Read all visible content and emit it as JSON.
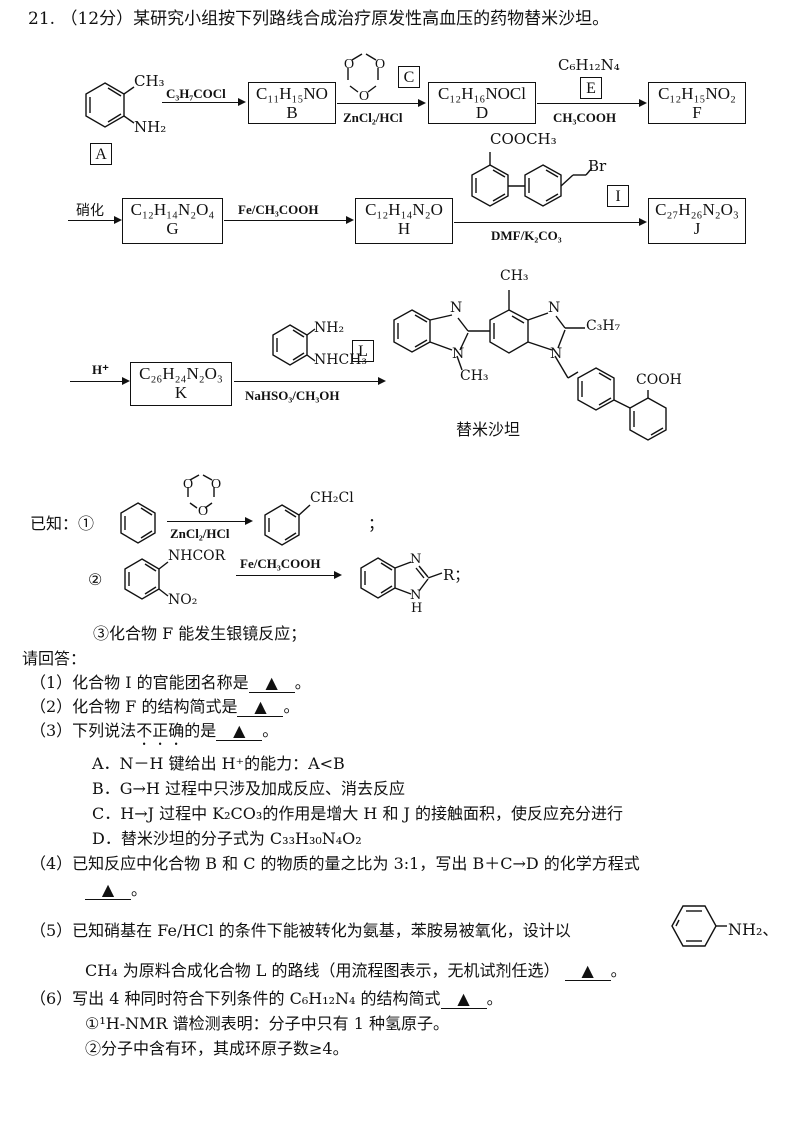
{
  "title": "21. （12分）某研究小组按下列路线合成治疗原发性高血压的药物替米沙坦。",
  "scheme": {
    "A": {
      "label": "A",
      "sub_ch3": "CH₃",
      "sub_nh2": "NH₂"
    },
    "B": {
      "formula": "C₁₁H₁₅NO",
      "label": "B"
    },
    "C": {
      "label": "C"
    },
    "D": {
      "formula": "C₁₂H₁₆NOCl",
      "label": "D"
    },
    "E": {
      "label": "E",
      "formula": "C₆H₁₂N₄"
    },
    "F": {
      "formula": "C₁₂H₁₅NO₂",
      "label": "F"
    },
    "G": {
      "formula": "C₁₂H₁₄N₂O₄",
      "label": "G"
    },
    "H": {
      "formula": "C₁₂H₁₄N₂O",
      "label": "H"
    },
    "I": {
      "label": "I",
      "ester": "COOCH₃",
      "br": "Br"
    },
    "J": {
      "formula": "C₂₇H₂₆N₂O₃",
      "label": "J"
    },
    "K": {
      "formula": "C₂₆H₂₄N₂O₃",
      "label": "K"
    },
    "L": {
      "label": "L",
      "nh2": "NH₂",
      "nhch3": "NHCH₃"
    },
    "reagents": {
      "a_to_b": "C₃H₇COCl",
      "b_to_d": "ZnCl₂/HCl",
      "d_to_f": "CH₃COOH",
      "f_to_g": "硝化",
      "g_to_h": "Fe/CH₃COOH",
      "h_to_j": "DMF/K₂CO₃",
      "j_to_k": "H⁺",
      "k_to_product": "NaHSO₃/CH₃OH"
    },
    "product": {
      "name": "替米沙坦",
      "ch3_top": "CH₃",
      "c3h7": "C₃H₇",
      "n_ch3": "CH₃",
      "cooh": "COOH",
      "n": "N"
    }
  },
  "known": {
    "intro": "已知：①",
    "r1_reagent": "ZnCl₂/HCl",
    "r1_product": "CH₂Cl",
    "r1_end": "；",
    "r2_num": "②",
    "r2_nhcor": "NHCOR",
    "r2_no2": "NO₂",
    "r2_reagent": "Fe/CH₃COOH",
    "r2_r": "R；",
    "r2_n": "N",
    "r2_nh": "N",
    "r2_h": "H",
    "r3": "③化合物 F 能发生银镜反应；"
  },
  "questions": {
    "intro": "请回答：",
    "q1": "（1）化合物 I 的官能团名称是",
    "q2": "（2）化合物 F 的结构简式是",
    "q3_pre": "（3）下列说法",
    "q3_emph": "不正确",
    "q3_post": "的是",
    "options": [
      "A．N－H 键给出 H⁺的能力：A<B",
      "B．G→H 过程中只涉及加成反应、消去反应",
      "C．H→J 过程中 K₂CO₃的作用是增大 H 和 J 的接触面积，使反应充分进行",
      "D．替米沙坦的分子式为 C₃₃H₃₀N₄O₂"
    ],
    "q4": "（4）已知反应中化合物 B 和 C 的物质的量之比为 3:1，写出 B＋C→D 的化学方程式",
    "q5_a": "（5）已知硝基在 Fe/HCl 的条件下能被转化为氨基，苯胺易被氧化，设计以",
    "q5_nh2": "NH₂、",
    "q5_b": "CH₄ 为原料合成化合物 L 的路线（用流程图表示，无机试剂任选）",
    "q6": "（6）写出 4 种同时符合下列条件的 C₆H₁₂N₄ 的结构简式",
    "q6_c1": "①¹H-NMR 谱检测表明：分子中只有 1 种氢原子。",
    "q6_c2": "②分子中含有环，其成环原子数≥4。",
    "answer_mark": "▲",
    "period": "。"
  }
}
